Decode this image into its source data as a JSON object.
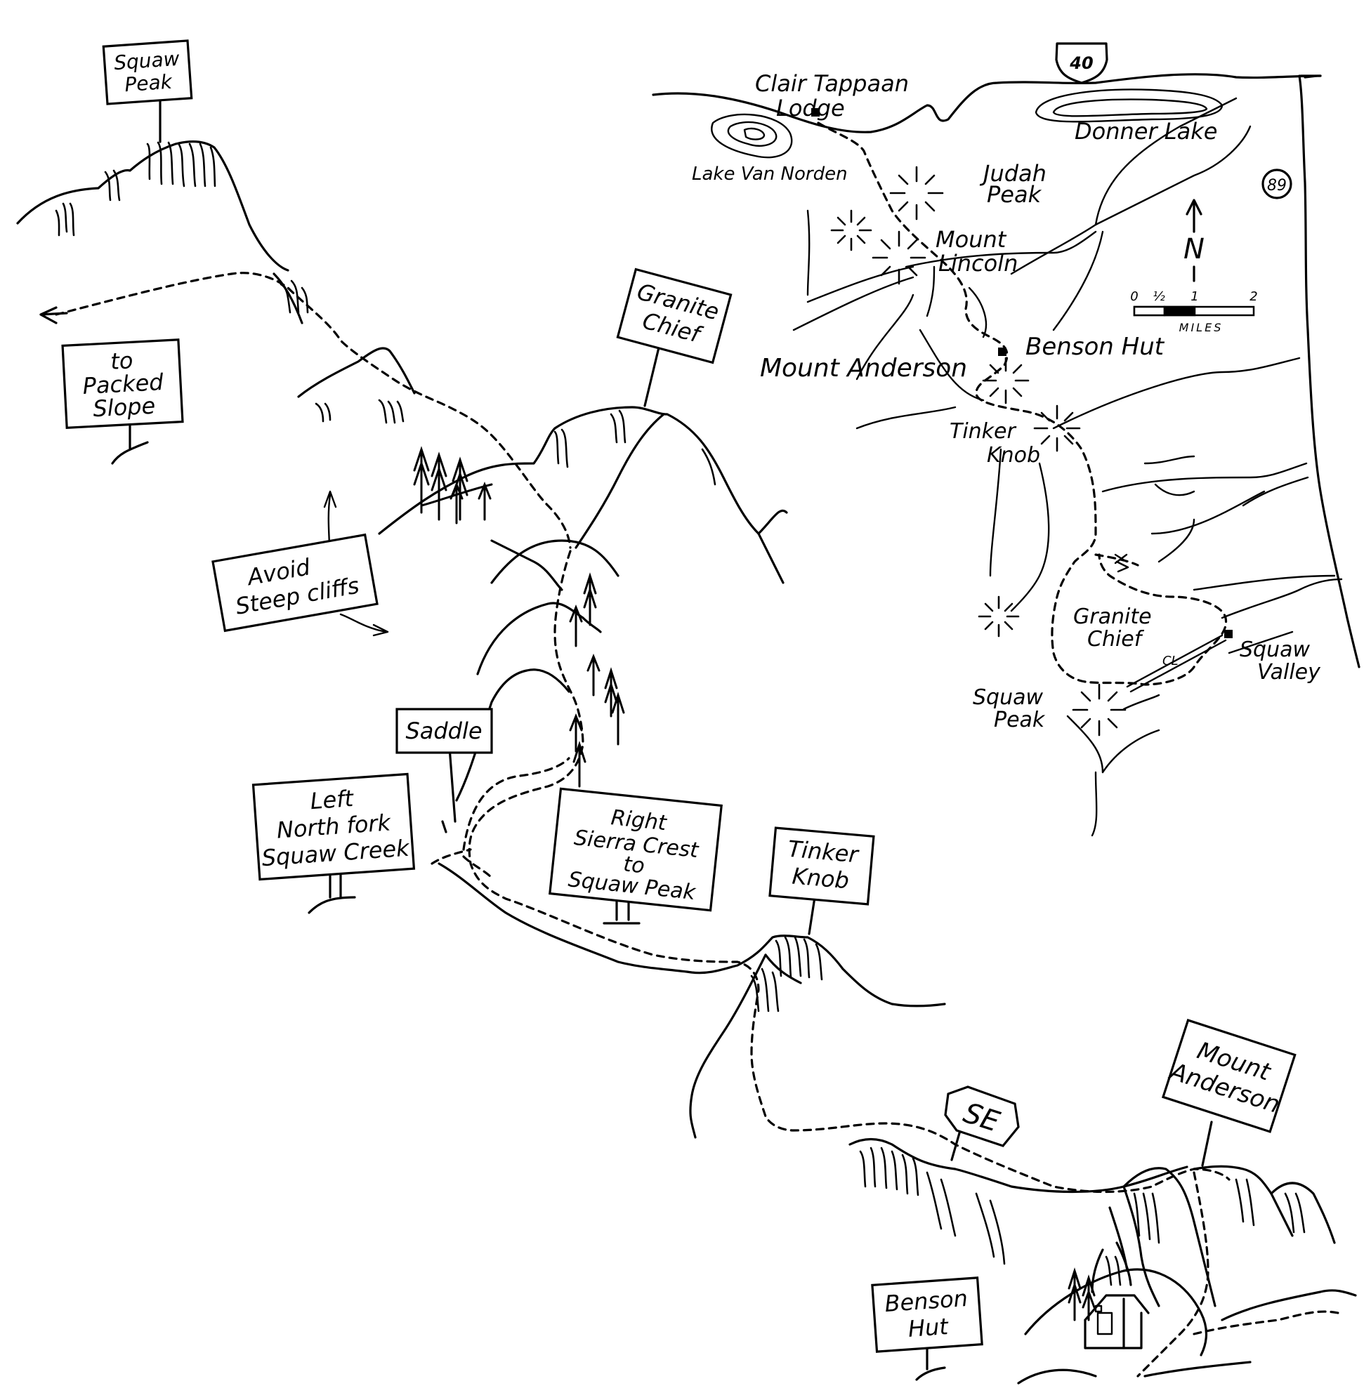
{
  "inset_map": {
    "places": {
      "lodge": [
        "Clair Tappaan",
        "Lodge"
      ],
      "lake_van_norden": "Lake Van Norden",
      "donner_lake": "Donner Lake",
      "judah_peak": [
        "Judah",
        "Peak"
      ],
      "mount_lincoln": [
        "Mount",
        "Lincoln"
      ],
      "mount_anderson": "Mount Anderson",
      "benson_hut": "Benson Hut",
      "tinker_knob": [
        "Tinker",
        "Knob"
      ],
      "granite_chief": [
        "Granite",
        "Chief"
      ],
      "squaw_peak": [
        "Squaw",
        "Peak"
      ],
      "squaw_valley": [
        "Squaw",
        "Valley"
      ],
      "chairlift": "CL"
    },
    "highways": {
      "us_route": "40",
      "state_route": "89"
    },
    "north_label": "N",
    "scale_bar": {
      "ticks": [
        "0",
        "½",
        "1",
        "2"
      ],
      "unit": "MILES"
    }
  },
  "signs": {
    "squaw_peak": [
      "Squaw",
      "Peak"
    ],
    "to_packed_slope": [
      "to",
      "Packed",
      "Slope"
    ],
    "granite_chief": [
      "Granite",
      "Chief"
    ],
    "avoid_cliffs": [
      "Avoid",
      "Steep cliffs"
    ],
    "saddle": "Saddle",
    "left_fork": [
      "Left",
      "North fork",
      "Squaw Creek"
    ],
    "right_crest": [
      "Right",
      "Sierra Crest",
      "to",
      "Squaw Peak"
    ],
    "tinker_knob": [
      "Tinker",
      "Knob"
    ],
    "se": "SE",
    "mount_anderson": [
      "Mount",
      "Anderson"
    ],
    "benson_hut": [
      "Benson",
      "Hut"
    ]
  }
}
